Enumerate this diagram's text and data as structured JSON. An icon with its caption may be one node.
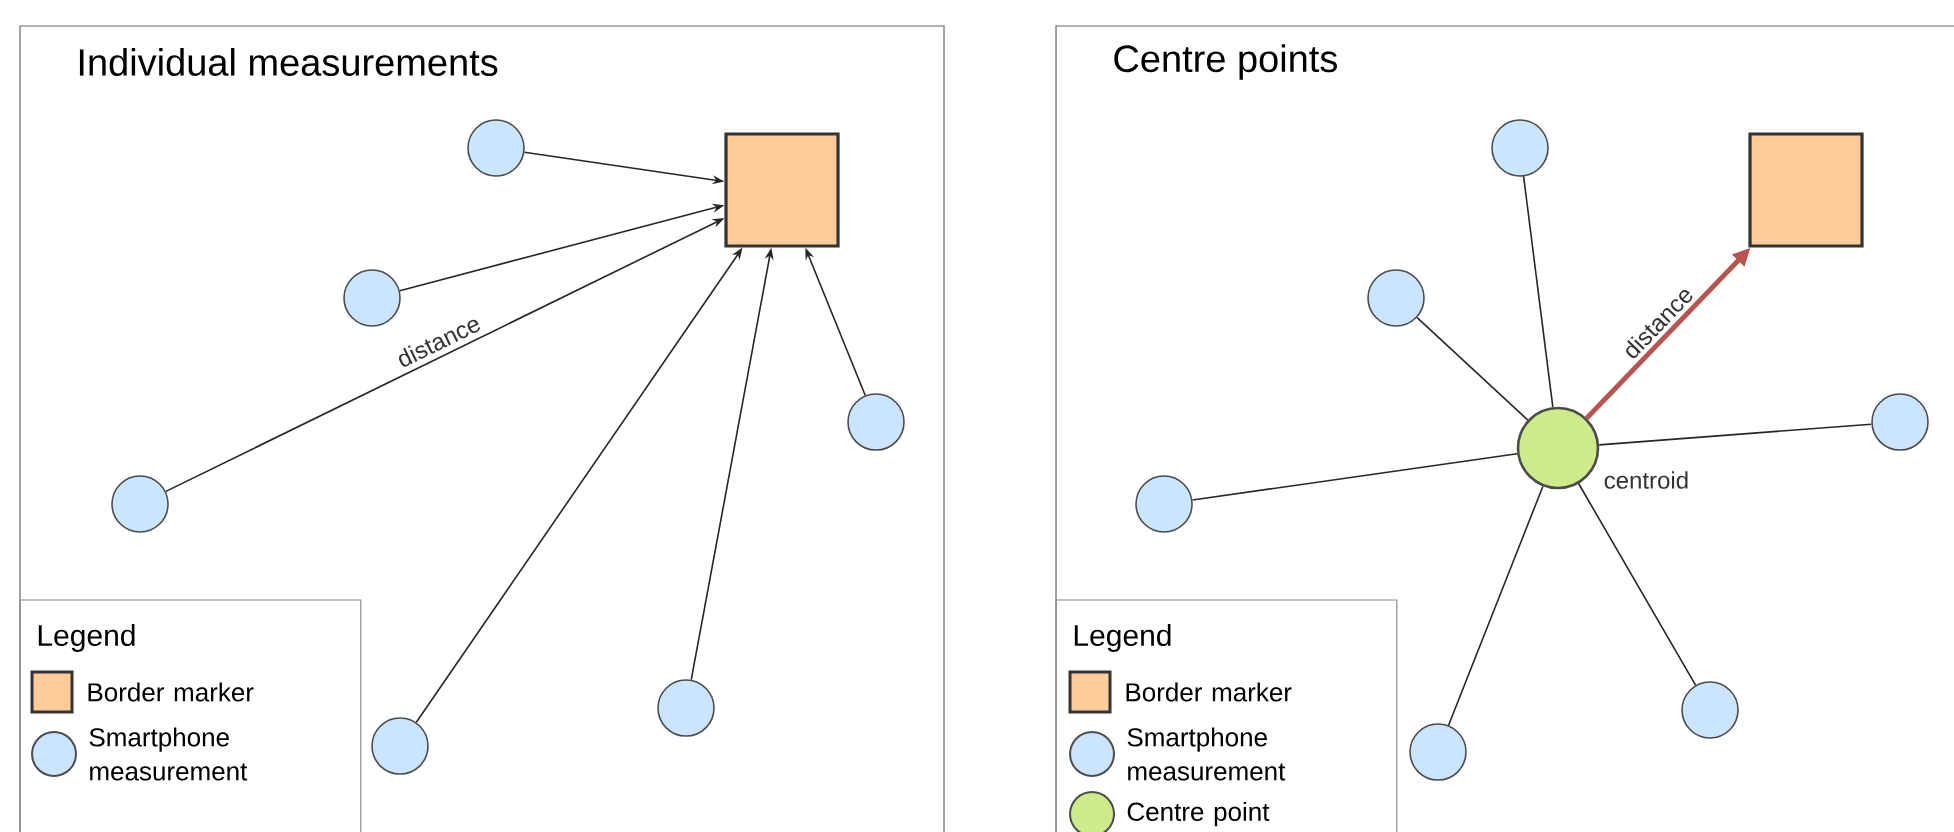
{
  "diagram": {
    "nodes": [
      {
        "text": [
          "Individual measurements"
        ]
      },
      {
        "text": [],
        "shape": "box",
        "in": 0
      },
      {
        "text": [],
        "shape": "circle",
        "in": 0
      },
      {
        "text": [],
        "shape": "circle",
        "in": 0
      },
      {
        "text": [],
        "shape": "circle",
        "in": 0
      },
      {
        "text": [],
        "shape": "circle",
        "in": 0
      },
      {
        "text": [],
        "shape": "circle",
        "in": 0
      },
      {
        "text": [],
        "shape": "circle",
        "in": 0
      },
      {
        "text": [
          "Legend"
        ],
        "in": 0
      },
      {
        "text": [
          "Centre points"
        ]
      },
      {
        "text": [],
        "shape": "box",
        "in": 9
      },
      {
        "text": [],
        "shape": "circle",
        "in": 9
      },
      {
        "text": [],
        "shape": "circle",
        "in": 9
      },
      {
        "text": [],
        "shape": "circle",
        "in": 9,
        "beside": [
          "centroid"
        ]
      },
      {
        "text": [],
        "shape": "circle",
        "in": 9
      },
      {
        "text": [],
        "shape": "circle",
        "in": 9
      },
      {
        "text": [],
        "shape": "circle",
        "in": 9
      },
      {
        "text": [],
        "shape": "circle",
        "in": 9
      },
      {
        "text": [
          "Legend"
        ],
        "in": 9
      }
    ],
    "edges": [
      {
        "from": 2,
        "to": 1,
        "arrow": "to"
      },
      {
        "from": 3,
        "to": 1,
        "arrow": "to"
      },
      {
        "from": 4,
        "to": 1,
        "arrow": "to",
        "label": "distance"
      },
      {
        "from": 5,
        "to": 1,
        "arrow": "to"
      },
      {
        "from": 6,
        "to": 1,
        "arrow": "to"
      },
      {
        "from": 7,
        "to": 1,
        "arrow": "to"
      },
      {
        "from": 13,
        "to": 11,
        "arrow": "none"
      },
      {
        "from": 13,
        "to": 12,
        "arrow": "none"
      },
      {
        "from": 13,
        "to": 14,
        "arrow": "none"
      },
      {
        "from": 13,
        "to": 15,
        "arrow": "none"
      },
      {
        "from": 13,
        "to": 16,
        "arrow": "none"
      },
      {
        "from": 13,
        "to": 17,
        "arrow": "none"
      },
      {
        "from": 13,
        "to": 10,
        "arrow": "to",
        "label": "distance",
        "color": "#b85450",
        "style": "thick"
      }
    ],
    "legend": [
      {
        "text": "Border marker"
      },
      {
        "text": "Smartphone measurement"
      },
      {
        "text": "Border marker"
      },
      {
        "text": "Smartphone measurement"
      },
      {
        "text": "Centre point"
      }
    ]
  }
}
